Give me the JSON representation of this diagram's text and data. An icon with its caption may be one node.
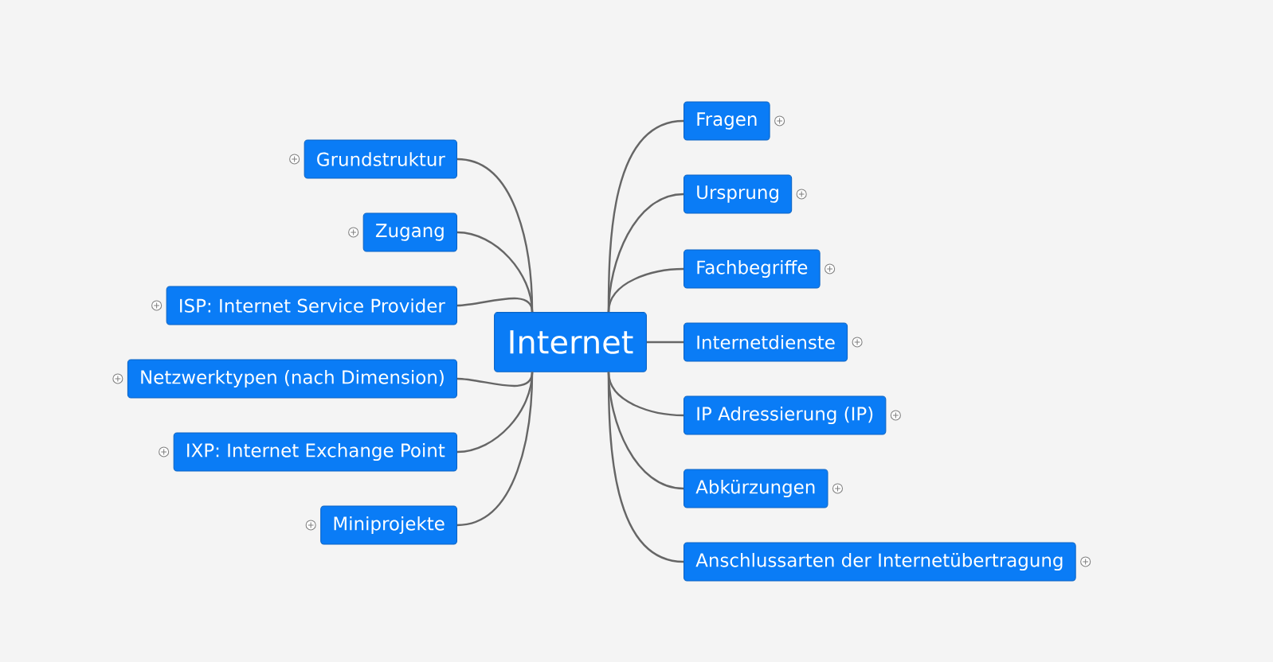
{
  "diagram": {
    "nodes": [
      {
        "text": [
          "Internet"
        ]
      },
      {
        "text": [
          "Fragen"
        ]
      },
      {
        "text": [
          "Ursprung"
        ]
      },
      {
        "text": [
          "Fachbegriffe"
        ]
      },
      {
        "text": [
          "Internetdienste"
        ]
      },
      {
        "text": [
          "IP Adressierung (IP)"
        ]
      },
      {
        "text": [
          "Abkürzungen"
        ]
      },
      {
        "text": [
          "Anschlussarten der Internetübertragung"
        ]
      },
      {
        "text": [
          "Grundstruktur"
        ]
      },
      {
        "text": [
          "Zugang"
        ]
      },
      {
        "text": [
          "ISP: Internet Service Provider"
        ]
      },
      {
        "text": [
          "Netzwerktypen (nach Dimension)"
        ]
      },
      {
        "text": [
          "IXP: Internet Exchange Point"
        ]
      },
      {
        "text": [
          "Miniprojekte"
        ]
      }
    ],
    "edges": [
      {
        "from": 0,
        "to": 1,
        "arrow": "none"
      },
      {
        "from": 0,
        "to": 2,
        "arrow": "none"
      },
      {
        "from": 0,
        "to": 3,
        "arrow": "none"
      },
      {
        "from": 0,
        "to": 4,
        "arrow": "none"
      },
      {
        "from": 0,
        "to": 5,
        "arrow": "none"
      },
      {
        "from": 0,
        "to": 6,
        "arrow": "none"
      },
      {
        "from": 0,
        "to": 7,
        "arrow": "none"
      },
      {
        "from": 0,
        "to": 8,
        "arrow": "none"
      },
      {
        "from": 0,
        "to": 9,
        "arrow": "none"
      },
      {
        "from": 0,
        "to": 10,
        "arrow": "none"
      },
      {
        "from": 0,
        "to": 11,
        "arrow": "none"
      },
      {
        "from": 0,
        "to": 12,
        "arrow": "none"
      },
      {
        "from": 0,
        "to": 13,
        "arrow": "none"
      }
    ]
  }
}
